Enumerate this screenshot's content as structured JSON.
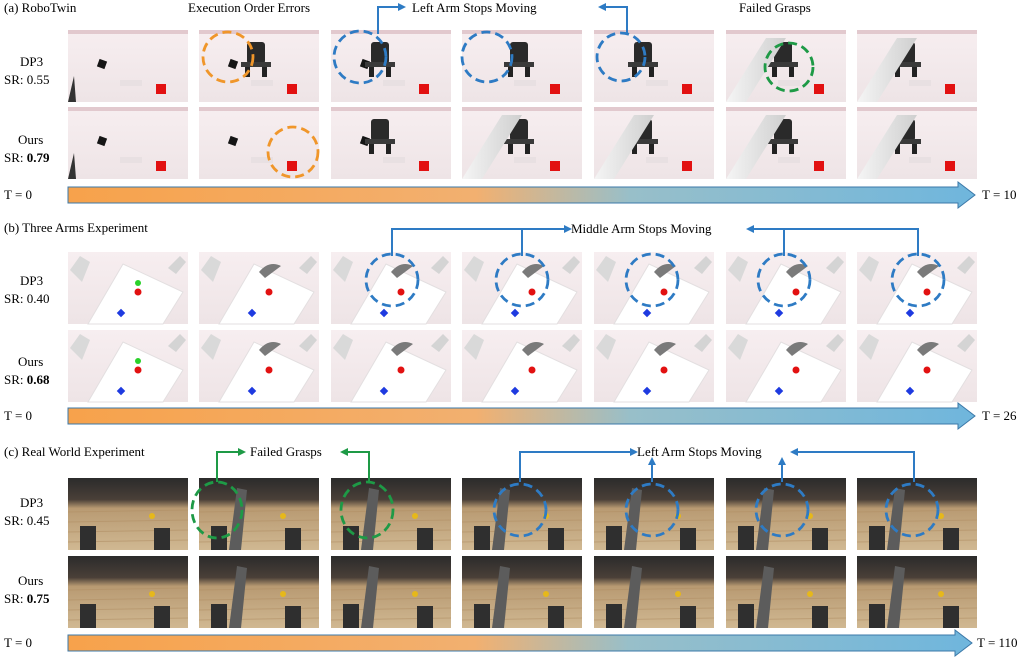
{
  "panels": [
    {
      "title": "(a) RoboTwin",
      "rows": [
        {
          "method": "DP3",
          "sr_prefix": "SR: ",
          "sr_value": "0.55",
          "bold": false
        },
        {
          "method": "Ours",
          "sr_prefix": "SR: ",
          "sr_value": "0.79",
          "bold": true
        }
      ],
      "annotations": [
        "Execution Order Errors",
        "Left Arm Stops Moving",
        "Failed Grasps"
      ],
      "timeline": {
        "start": "T = 0",
        "end": "T = 10"
      }
    },
    {
      "title": "(b) Three Arms Experiment",
      "rows": [
        {
          "method": "DP3",
          "sr_prefix": "SR: ",
          "sr_value": "0.40",
          "bold": false
        },
        {
          "method": "Ours",
          "sr_prefix": "SR: ",
          "sr_value": "0.68",
          "bold": true
        }
      ],
      "annotations": [
        "Middle Arm Stops Moving"
      ],
      "timeline": {
        "start": "T = 0",
        "end": "T = 26"
      }
    },
    {
      "title": "(c) Real World Experiment",
      "rows": [
        {
          "method": "DP3",
          "sr_prefix": "SR: ",
          "sr_value": "0.45",
          "bold": false
        },
        {
          "method": "Ours",
          "sr_prefix": "SR: ",
          "sr_value": "0.75",
          "bold": true
        }
      ],
      "annotations": [
        "Failed Grasps",
        "Left Arm Stops Moving"
      ],
      "timeline": {
        "start": "T = 0",
        "end": "T = 110"
      }
    }
  ],
  "colors": {
    "orange": "#F0962A",
    "blue": "#2E7BC4",
    "green": "#1E9A46",
    "timeline_start": "#F7A24B",
    "timeline_end": "#6FB6DD",
    "sim_bg": "#F1E7E9",
    "real_bg": "#C9AE88"
  }
}
